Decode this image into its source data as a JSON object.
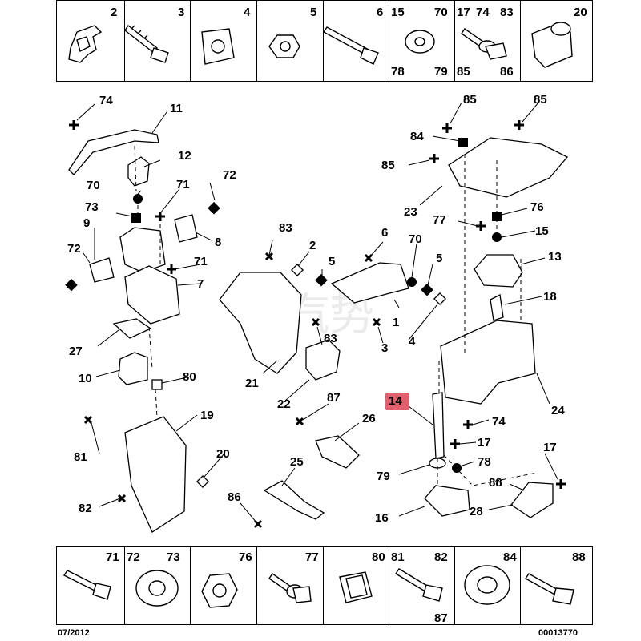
{
  "top_cells": [
    {
      "labels": [
        "2"
      ]
    },
    {
      "labels": [
        "3"
      ]
    },
    {
      "labels": [
        "4"
      ]
    },
    {
      "labels": [
        "5"
      ]
    },
    {
      "labels": [
        "6"
      ]
    },
    {
      "labels": [
        "15",
        "70",
        "78",
        "79"
      ]
    },
    {
      "labels": [
        "17",
        "74",
        "83",
        "85",
        "86"
      ]
    },
    {
      "labels": [
        "20"
      ]
    }
  ],
  "bottom_cells": [
    {
      "labels": [
        "71"
      ]
    },
    {
      "labels": [
        "72",
        "73"
      ]
    },
    {
      "labels": [
        "76"
      ]
    },
    {
      "labels": [
        "77"
      ]
    },
    {
      "labels": [
        "80"
      ]
    },
    {
      "labels": [
        "81",
        "82",
        "87"
      ]
    },
    {
      "labels": [
        "84"
      ]
    },
    {
      "labels": [
        "88"
      ]
    }
  ],
  "callouts": {
    "c74a": "74",
    "c11": "11",
    "c12": "12",
    "c70a": "70",
    "c72a": "72",
    "c71a": "71",
    "c73": "73",
    "c9": "9",
    "c8": "8",
    "c72b": "72",
    "c71b": "71",
    "c7": "7",
    "c27": "27",
    "c10": "10",
    "c80": "80",
    "c19": "19",
    "c81": "81",
    "c20": "20",
    "c82": "82",
    "c83a": "83",
    "c2": "2",
    "c5a": "5",
    "c6": "6",
    "c70b": "70",
    "c5b": "5",
    "c1": "1",
    "c83b": "83",
    "c3": "3",
    "c4": "4",
    "c21": "21",
    "c22": "22",
    "c87": "87",
    "c26": "26",
    "c25": "25",
    "c86": "86",
    "c85a": "85",
    "c85b": "85",
    "c84": "84",
    "c85c": "85",
    "c23": "23",
    "c77": "77",
    "c76": "76",
    "c15": "15",
    "c13": "13",
    "c18": "18",
    "c24": "24",
    "c74b": "74",
    "c17a": "17",
    "c78": "78",
    "c17b": "17",
    "c79": "79",
    "c88": "88",
    "c16": "16",
    "c28": "28"
  },
  "highlight": {
    "label": "14",
    "color": "#e06070"
  },
  "footer": {
    "date": "07/2012",
    "code": "00013770"
  },
  "watermark": "汽势"
}
